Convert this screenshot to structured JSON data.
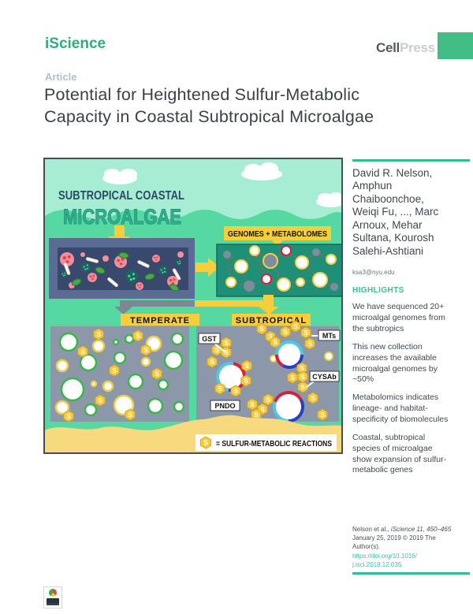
{
  "header": {
    "journal_name": "iScience",
    "publisher": {
      "bold": "Cell",
      "light": "Press"
    }
  },
  "article": {
    "type_label": "Article",
    "title_line1": "Potential for Heightened Sulfur-Metabolic",
    "title_line2": "Capacity in Coastal Subtropical Microalgae"
  },
  "sidebar": {
    "authors": "David R. Nelson, Amphun Chaiboonchoe, Weiqi Fu, ..., Marc Arnoux, Mehar Sultana, Kourosh Salehi-Ashtiani",
    "email": "ksa3@nyu.edu",
    "highlights_title": "HIGHLIGHTS",
    "highlights": [
      "We have sequenced 20+ microalgal genomes from the subtropics",
      "This new collection increases the available microalgal genomes by ~50%",
      "Metabolomics indicates lineage- and habitat-specificity of biomolecules",
      "Coastal, subtropical species of microalgae show expansion of sulfur-metabolic genes"
    ],
    "citation": {
      "authors": "Nelson et al., ",
      "journal": "iScience 11, 450–465",
      "date_line": "January 25, 2019 © 2019 The Author(s).",
      "doi_line1": "https://doi.org/10.1016/",
      "doi_line2": "j.isci.2018.12.035"
    }
  },
  "graphical_abstract": {
    "title_line1": "SUBTROPICAL COASTAL",
    "title_line2": "MICROALGAE",
    "genomes_label": "GENOMES + METABOLOMES",
    "temperate_label": "TEMPERATE",
    "subtropical_label": "SUBTROPICAL",
    "gene_labels": {
      "gst": "GST",
      "mts": "MTs",
      "cysab": "CYSAb",
      "pndo": "PNDO"
    },
    "coin_symbol": "S",
    "legend_text": "= SULFUR-METABOLIC REACTIONS"
  },
  "colors": {
    "accent_teal": "#2EBE90",
    "brand_green": "#43BD86",
    "journal_green": "#2FAC7D",
    "link_teal": "#38C5A3",
    "abstract_yellow": "#F6CD3C",
    "abstract_mint": "#A7EDD4",
    "abstract_green": "#55D8A2",
    "sand_yellow": "#F6DA7D",
    "panel_navy": "#39496E",
    "panel_teal": "#1F9077",
    "panel_slate": "#8C98AA"
  }
}
